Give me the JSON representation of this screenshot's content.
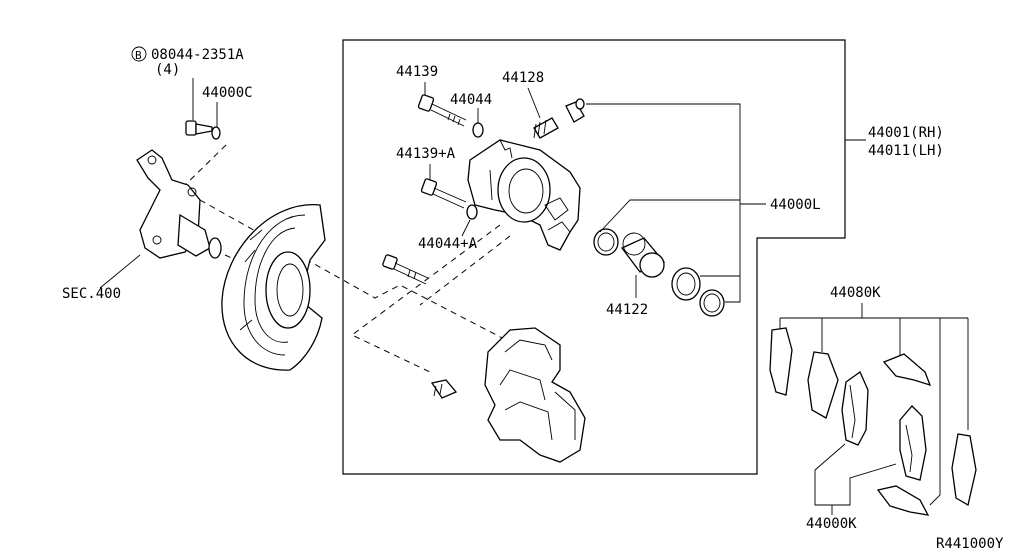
{
  "labels": {
    "bolt_circle_letter": "B",
    "bolt": "08044-2351A",
    "bolt_qty": "(4)",
    "washer_c": "44000C",
    "knuckle": "SEC.400",
    "bolt_44139": "44139",
    "washer_44044": "44044",
    "bleeder_44128": "44128",
    "bolt_44139a": "44139+A",
    "washer_44044a": "44044+A",
    "caliper_rh": "44001(RH)",
    "caliper_lh": "44011(LH)",
    "seal_kit": "44000L",
    "piston": "44122",
    "pad_kit": "44080K",
    "pad_set": "44000K",
    "figure_ref": "R441000Y"
  }
}
